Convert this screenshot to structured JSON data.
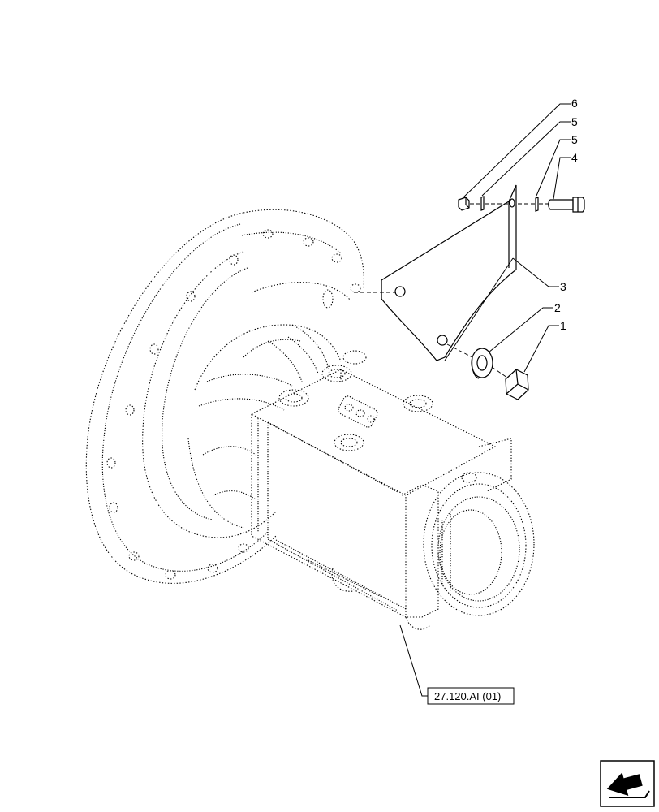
{
  "callouts": [
    {
      "id": "1",
      "label": "1"
    },
    {
      "id": "2",
      "label": "2"
    },
    {
      "id": "3",
      "label": "3"
    },
    {
      "id": "4",
      "label": "4"
    },
    {
      "id": "5a",
      "label": "5"
    },
    {
      "id": "5b",
      "label": "5"
    },
    {
      "id": "6",
      "label": "6"
    }
  ],
  "reference": {
    "label": "27.120.AI (01)"
  },
  "nav_icon": "next-page-arrow-icon"
}
